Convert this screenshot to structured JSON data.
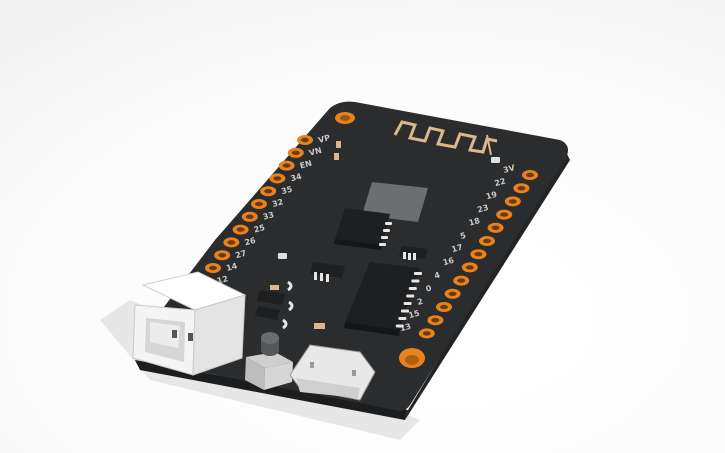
{
  "scene": {
    "subject": "ESP32 development board 3D model",
    "colors": {
      "pcb": "#2b2c2e",
      "pcb_edge": "#1c1d1f",
      "pad": "#e8821e",
      "antenna": "#d9b98a",
      "connector": "#f4f4f4",
      "silkscreen": "#c9c9c9"
    }
  },
  "left_header": {
    "labels": [
      "VP",
      "VN",
      "EN",
      "34",
      "35",
      "32",
      "33",
      "25",
      "26",
      "27",
      "14",
      "12"
    ]
  },
  "right_header": {
    "labels": [
      "3V",
      "22",
      "19",
      "23",
      "18",
      "5",
      "17",
      "16",
      "4",
      "0",
      "2",
      "15",
      "13"
    ]
  },
  "components": {
    "battery_connector": "JST 2-pin connector",
    "button": "Push button",
    "usb": "Micro USB port",
    "antenna": "PCB antenna"
  }
}
